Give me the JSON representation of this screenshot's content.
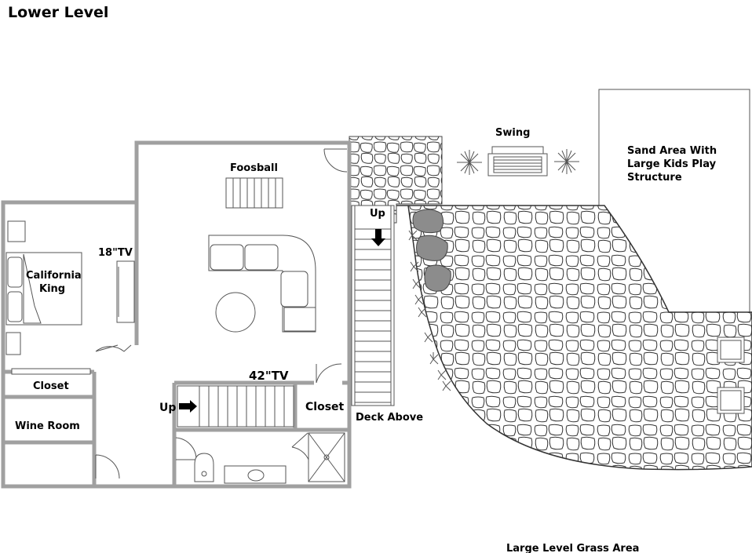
{
  "title": "Lower Level",
  "labels": {
    "foosball": "Foosball",
    "tv_bedroom": "18\"TV",
    "bed_line1": "California",
    "bed_line2": "King",
    "tv_main": "42\"TV",
    "closet_bedroom": "Closet",
    "closet_right": "Closet",
    "wine_room": "Wine Room",
    "up_stairs": "Up",
    "up_deck": "Up",
    "deck_above": "Deck Above",
    "swing": "Swing",
    "sand_line1": "Sand Area With",
    "sand_line2": "Large Kids Play",
    "sand_line3": "Structure",
    "grass": "Large Level Grass Area"
  },
  "colors": {
    "wall": "#a0a0a0",
    "rock": "#8c8c8c",
    "line": "#555555"
  }
}
